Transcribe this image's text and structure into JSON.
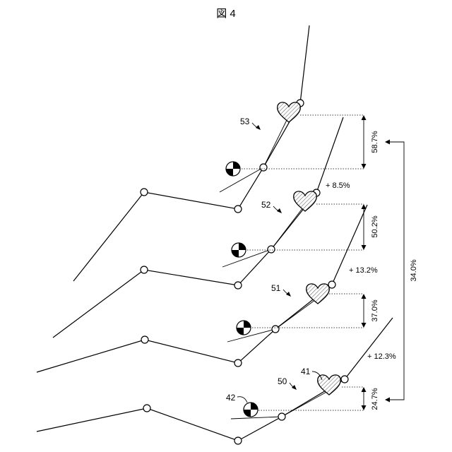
{
  "figure": {
    "title": "図 4",
    "labels": {
      "l53": "53",
      "l52": "52",
      "l51": "51",
      "l50": "50",
      "l41": "41",
      "l42": "42"
    },
    "percentages": {
      "p587": "58.7%",
      "p502": "50.2%",
      "p370": "37.0%",
      "p247": "24.7%",
      "p340": "34.0%",
      "d85": "+ 8.5%",
      "d132": "+ 13.2%",
      "d123": "+ 12.3%"
    }
  }
}
